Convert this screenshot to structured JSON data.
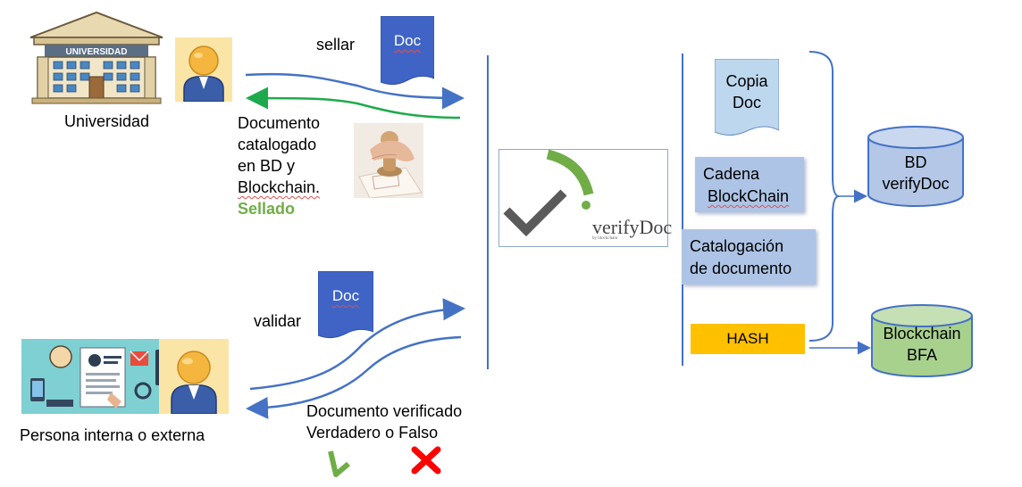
{
  "university": {
    "label": "Universidad",
    "sign": "UNIVERSIDAD"
  },
  "top_flow": {
    "action_label": "sellar",
    "doc_label": "Doc",
    "return_text": [
      "Documento",
      "catalogado",
      "en BD y",
      "Blockchain."
    ],
    "status": "Sellado"
  },
  "bottom_flow": {
    "action_label": "validar",
    "doc_label": "Doc",
    "result_line1": "Documento verificado",
    "result_line2": "Verdadero o Falso"
  },
  "person": {
    "label": "Persona interna o externa"
  },
  "logo": {
    "name": "verifyDoc",
    "tagline": "by blockchain"
  },
  "process": {
    "copy_doc": [
      "Copia",
      "Doc"
    ],
    "chain": [
      "Cadena",
      "BlockChain"
    ],
    "catalog": [
      "Catalogación",
      "de documento"
    ],
    "hash": "HASH"
  },
  "storage": {
    "db": [
      "BD",
      "verifyDoc"
    ],
    "blockchain": [
      "Blockchain",
      "BFA"
    ]
  },
  "colors": {
    "arrow_blue": "#4472c4",
    "arrow_green": "#1eaa4c",
    "doc_blue": "#3f64c6",
    "box_blue": "#aec4e6",
    "hash_orange": "#ffc000",
    "db_blue": "#b4c7e7",
    "chain_green": "#a9d18e",
    "check_green": "#70ad47",
    "cross_red": "#ff0000"
  }
}
